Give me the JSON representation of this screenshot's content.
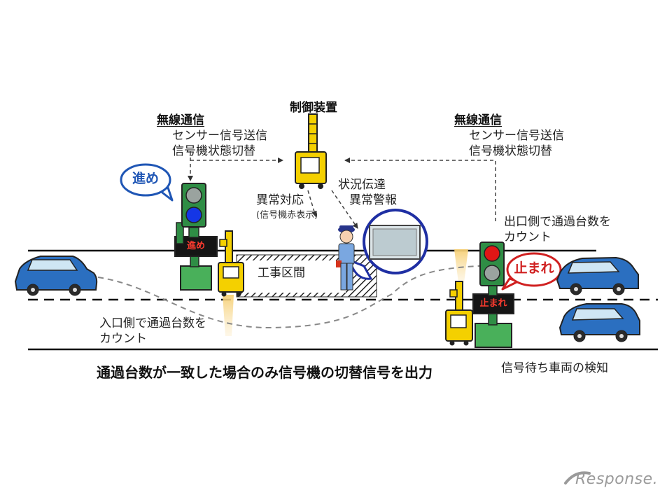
{
  "labels": {
    "control_device": "制御装置",
    "wireless_left_title": "無線通信",
    "wireless_left_line1": "センサー信号送信",
    "wireless_left_line2": "信号機状態切替",
    "wireless_right_title": "無線通信",
    "wireless_right_line1": "センサー信号送信",
    "wireless_right_line2": "信号機状態切替",
    "anomaly_response": "異常対応",
    "anomaly_note": "(信号機赤表示)",
    "status_line1": "状況伝達",
    "status_line2": "異常警報",
    "exit_count_line1": "出口側で通過台数を",
    "exit_count_line2": "カウント",
    "entry_count_line1": "入口側で通過台数を",
    "entry_count_line2": "カウント",
    "construction_zone": "工事区間",
    "waiting_detect": "信号待ち車両の検知",
    "caption": "通過台数が一致した場合のみ信号機の切替信号を出力"
  },
  "signals": {
    "left_bubble": "進め",
    "right_bubble": "止まれ",
    "left_display": "進め",
    "right_display": "止まれ"
  },
  "watermark": "Response."
}
